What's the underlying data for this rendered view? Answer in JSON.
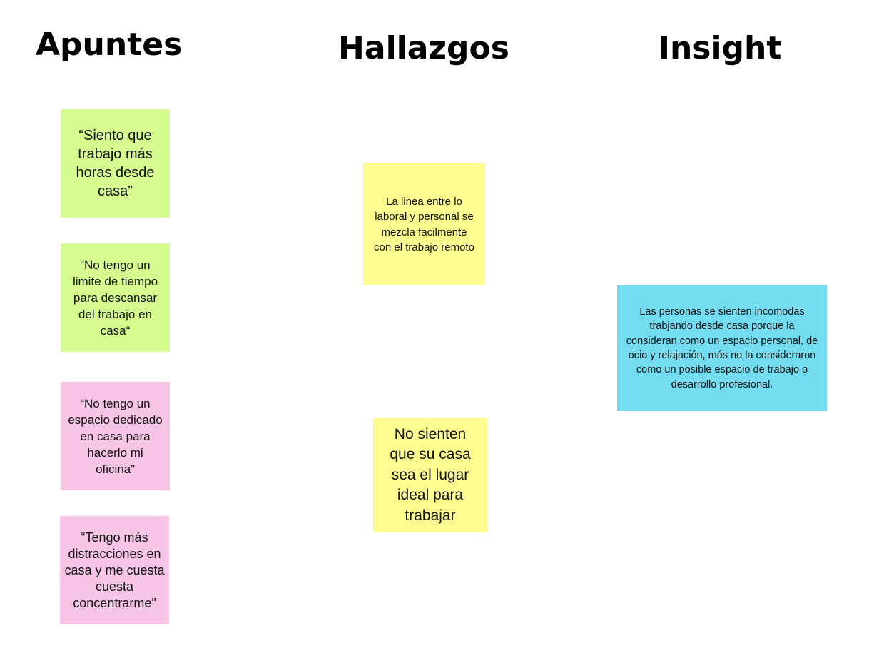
{
  "columns": {
    "apuntes": {
      "title": "Apuntes"
    },
    "hallazgos": {
      "title": "Hallazgos"
    },
    "insight": {
      "title": "Insight"
    }
  },
  "notes": {
    "apunte_1": {
      "text": "“Siento que trabajo más horas desde casa”",
      "color": "#d6fc90"
    },
    "apunte_2": {
      "text": "“No tengo un limite de tiempo para descansar del trabajo en casa“",
      "color": "#d6fc90"
    },
    "apunte_3": {
      "text": "“No tengo un espacio dedicado en casa para hacerlo mi oficina”",
      "color": "#f6c4e5"
    },
    "apunte_4": {
      "text": "“Tengo más distracciones en casa y me cuesta cuesta concentrarme\"",
      "color": "#f6c4e5"
    },
    "hallazgo_1": {
      "text": "La linea entre lo laboral y personal se mezcla facilmente con el trabajo remoto",
      "color": "#fdfd8f"
    },
    "hallazgo_2": {
      "text": "No sienten que su casa sea el lugar ideal para trabajar",
      "color": "#fdfd8f"
    },
    "insight_1": {
      "text": "Las personas se sienten incomodas trabjando desde casa porque la consideran como un espacio personal, de ocio y relajación, más no la consideraron como un posible espacio de trabajo o desarrollo profesional.",
      "color": "#74dcf0"
    }
  }
}
